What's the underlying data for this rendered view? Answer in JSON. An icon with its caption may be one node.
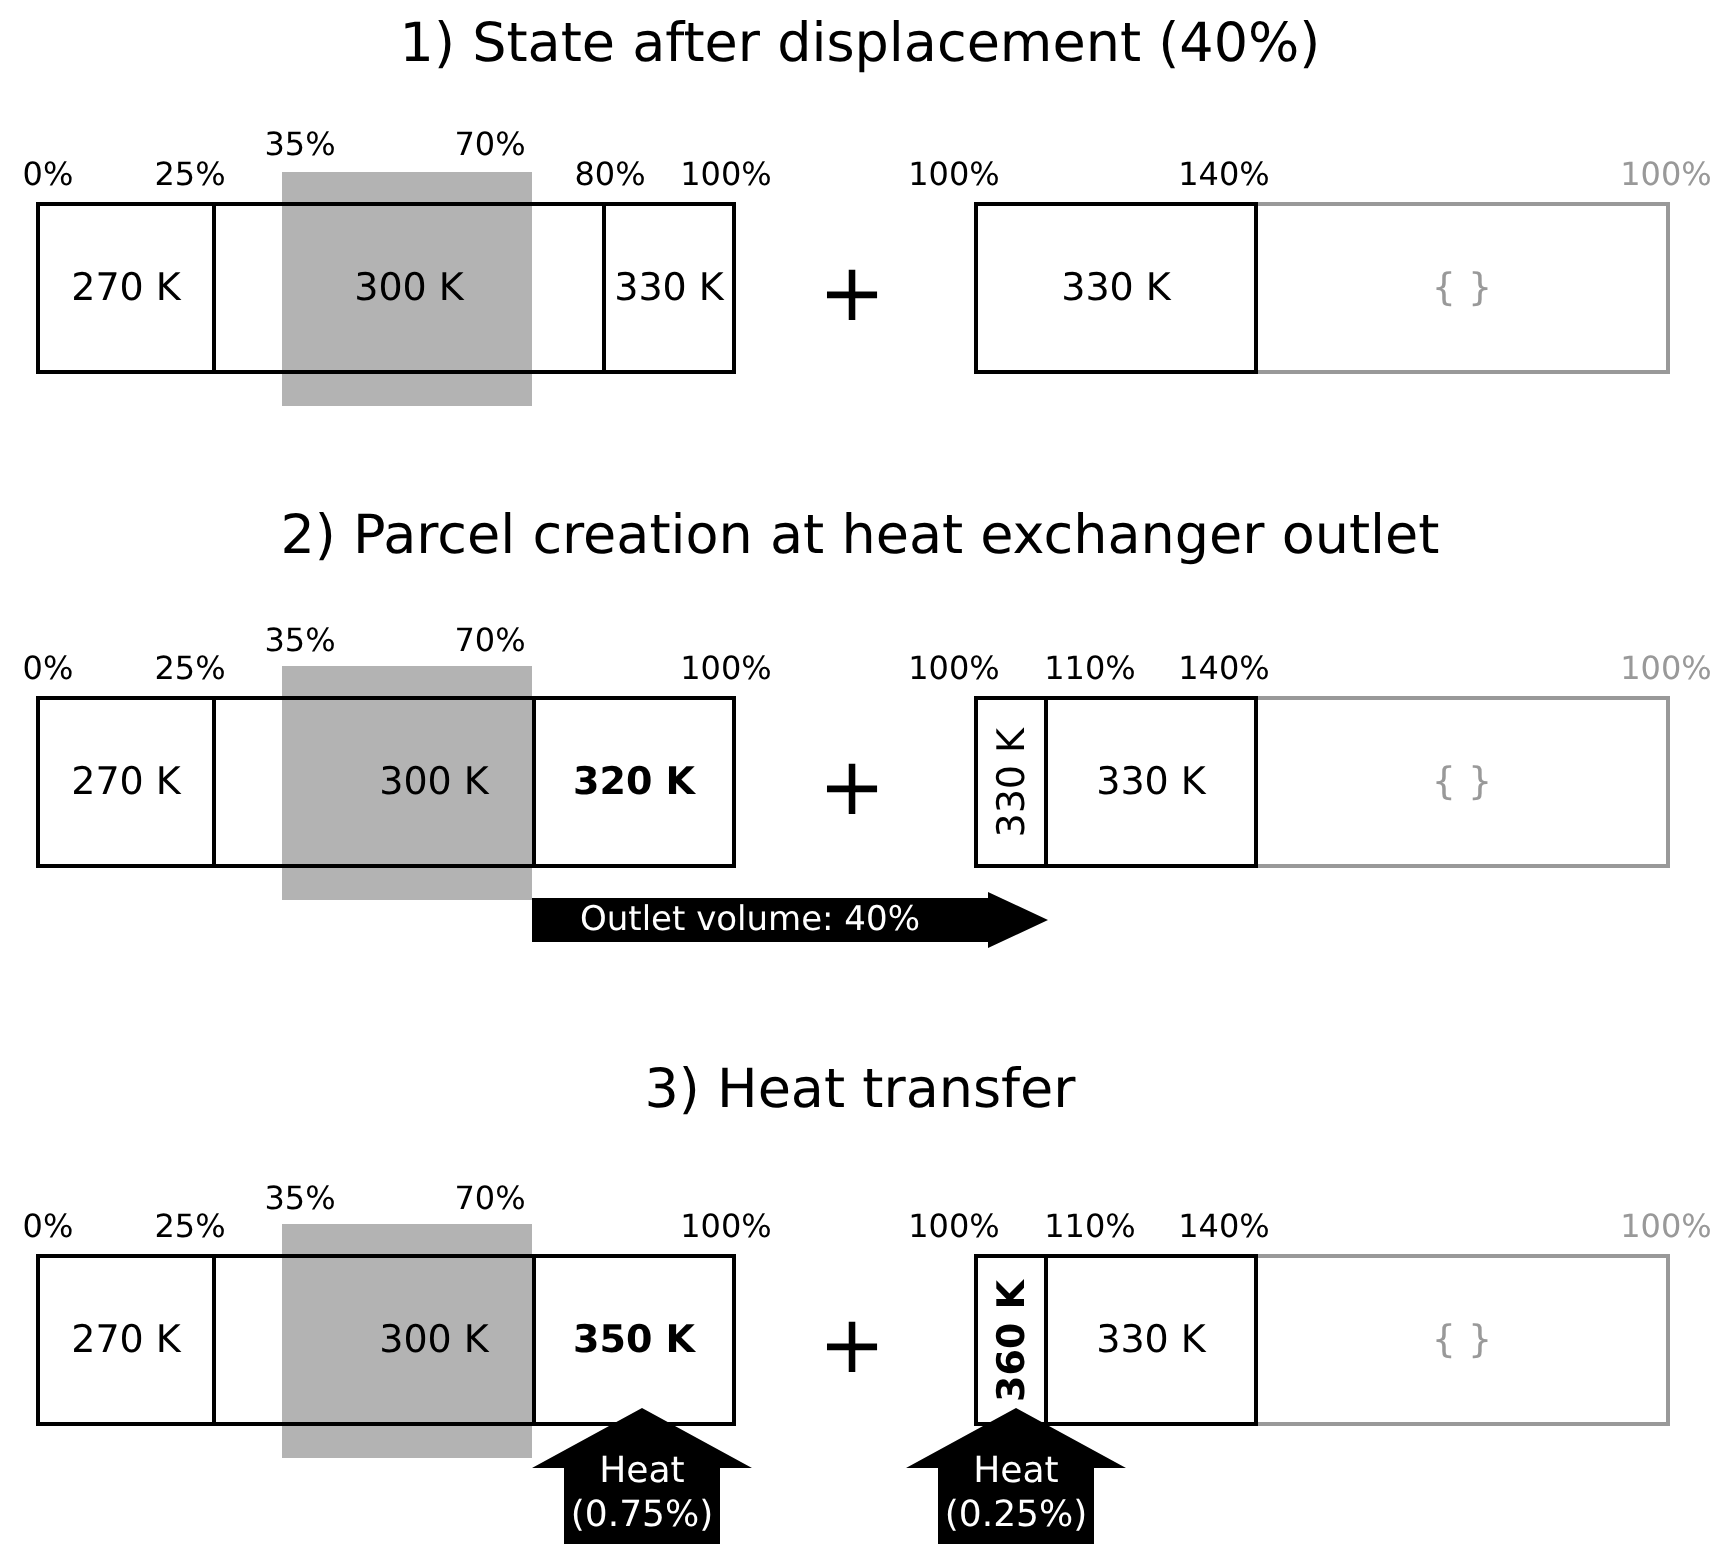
{
  "diagram": {
    "nodes": [
      {
        "text": [
          "270 K"
        ]
      },
      {
        "text": [
          "300 K"
        ]
      },
      {
        "text": [
          "330 K"
        ]
      },
      {
        "text": [
          "330 K"
        ]
      },
      {
        "text": [
          "{ }"
        ]
      },
      {
        "text": [
          "270 K"
        ]
      },
      {
        "text": [
          "300 K"
        ]
      },
      {
        "text": [
          "320 K"
        ]
      },
      {
        "text": [
          "330 K"
        ]
      },
      {
        "text": [
          "330 K"
        ]
      },
      {
        "text": [
          "{ }"
        ]
      },
      {
        "text": [
          "Outlet volume: 40%"
        ]
      },
      {
        "text": [
          "270 K"
        ]
      },
      {
        "text": [
          "300 K"
        ]
      },
      {
        "text": [
          "350 K"
        ]
      },
      {
        "text": [
          "360 K"
        ]
      },
      {
        "text": [
          "330 K"
        ]
      },
      {
        "text": [
          "{ }"
        ]
      },
      {
        "text": [
          "Heat (0.75%)"
        ]
      },
      {
        "text": [
          "Heat (0.25%)"
        ]
      }
    ],
    "labels": [
      "1) State after displacement (40%)",
      "0%",
      "25%",
      "35%",
      "70%",
      "80%",
      "100%",
      "100%",
      "140%",
      "100%",
      "+",
      "2) Parcel creation at heat exchanger outlet",
      "0%",
      "25%",
      "35%",
      "70%",
      "100%",
      "100%",
      "110%",
      "140%",
      "100%",
      "+",
      "3) Heat transfer",
      "0%",
      "25%",
      "35%",
      "70%",
      "100%",
      "100%",
      "110%",
      "140%",
      "100%",
      "+"
    ]
  }
}
